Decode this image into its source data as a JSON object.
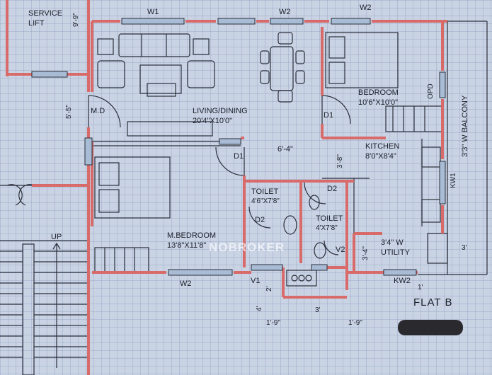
{
  "plan_title": "FLAT B",
  "labels": {
    "service_lift": "SERVICE LIFT",
    "service_lift_dim": "9'-9\"",
    "living_dining": "LIVING/DINING",
    "living_dining_dim": "20'4\"X10'0\"",
    "bedroom": "BEDROOM",
    "bedroom_dim": "10'6\"X10'0\"",
    "master_bedroom": "M.BEDROOM",
    "master_bedroom_dim": "13'8\"X11'8\"",
    "kitchen": "KITCHEN",
    "kitchen_dim": "8'0\"X8'4\"",
    "toilet_1": "TOILET",
    "toilet_1_dim": "4'6\"X7'8\"",
    "toilet_2": "TOILET",
    "toilet_2_dim": "4'X7'8\"",
    "utility": "3'4\" W UTILITY",
    "balcony": "3'3\" W BALCONY",
    "opd": "OPD",
    "md": "M.D",
    "d1_a": "D1",
    "d1_b": "D1",
    "d2_a": "D2",
    "d2_b": "D2",
    "w1": "W1",
    "w2_a": "W2",
    "w2_b": "W2",
    "w2_c": "W2",
    "v1": "V1",
    "v2": "V2",
    "kw1": "KW1",
    "kw2": "KW2",
    "up": "UP",
    "dim_5_5": "5'-5\"",
    "dim_6_4": "6'-4\"",
    "dim_3_8": "3'-8\"",
    "dim_3_4": "3'-4\"",
    "dim_2": "2'",
    "dim_4": "4'",
    "dim_3_a": "3'",
    "dim_3_b": "3'",
    "dim_1_9_a": "1'-9\"",
    "dim_1_9_b": "1'-9\"",
    "dim_1": "1'",
    "watermark": "NOBROKER"
  },
  "colors": {
    "paper": "#c9d3e4",
    "wall": "#d86a6a",
    "line": "#2a2f3a",
    "window": "#7f98b8"
  }
}
